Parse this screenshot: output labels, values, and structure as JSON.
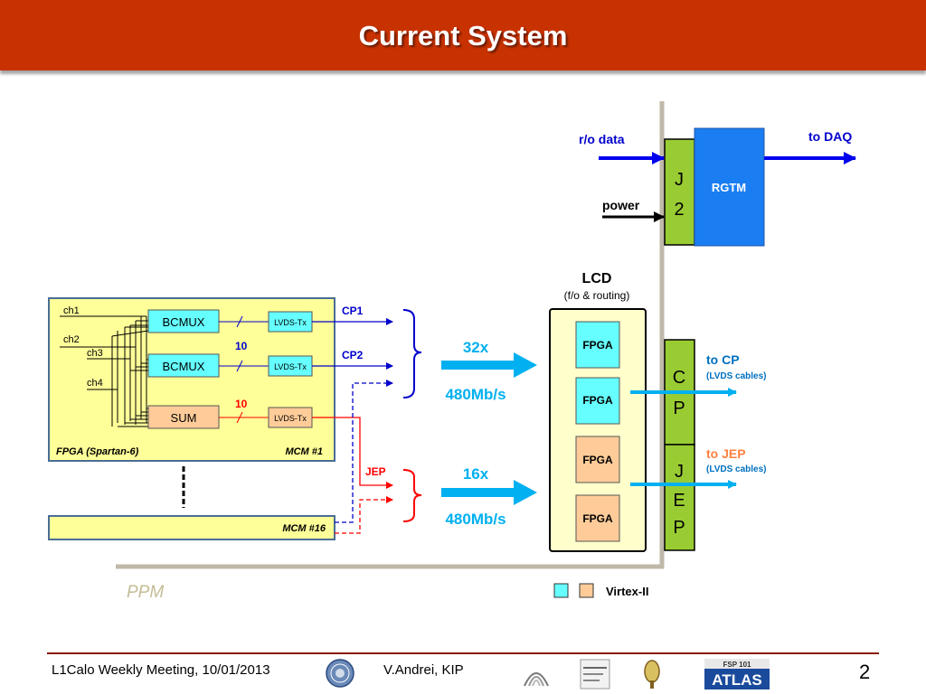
{
  "title": "Current System",
  "ppm": {
    "label": "PPM",
    "mcm1": {
      "channels": [
        "ch1",
        "ch2",
        "ch3",
        "ch4"
      ],
      "blocks": [
        "BCMUX",
        "BCMUX",
        "SUM"
      ],
      "transmitter": "LVDS-Tx",
      "bus_widths": [
        "10",
        "10"
      ],
      "fpga_label": "FPGA (Spartan-6)",
      "mcm_label": "MCM #1"
    },
    "mcm16_label": "MCM #16"
  },
  "outputs": {
    "cp1": "CP1",
    "cp2": "CP2",
    "jep": "JEP"
  },
  "links": {
    "cp_count": "32x",
    "cp_rate": "480Mb/s",
    "jep_count": "16x",
    "jep_rate": "480Mb/s"
  },
  "lcd": {
    "title": "LCD",
    "subtitle": "(f/o & routing)",
    "fpgas": [
      "FPGA",
      "FPGA",
      "FPGA",
      "FPGA"
    ]
  },
  "backplane": {
    "j2": "J 2",
    "cp": "C P",
    "jep": "J E P"
  },
  "rgtm": {
    "label": "RGTM",
    "ro_data": "r/o data",
    "power": "power",
    "to_daq": "to DAQ"
  },
  "to_cp": {
    "label": "to CP",
    "sub": "(LVDS cables)"
  },
  "to_jep": {
    "label": "to JEP",
    "sub": "(LVDS cables)"
  },
  "legend": {
    "label": "Virtex-II"
  },
  "colors": {
    "title_bar": "#c83200",
    "ppm_yellow": "#ffff99",
    "lcd_yellow": "#ffffcc",
    "cyan_fpga": "#66ffff",
    "orange_fpga": "#ffcc99",
    "backplane_green": "#99cc33",
    "rgtm_blue": "#1a7ef2",
    "cp_blue": "#0000cc",
    "jep_red": "#ff0000",
    "arrow_cyan": "#00b0f0",
    "jep_orange": "#ff8040"
  },
  "footer": {
    "meeting": "L1Calo Weekly Meeting, 10/01/2013",
    "author": "V.Andrei, KIP",
    "logo_text": "ATLAS",
    "logo_sub": "FSP 101",
    "page": "2"
  }
}
